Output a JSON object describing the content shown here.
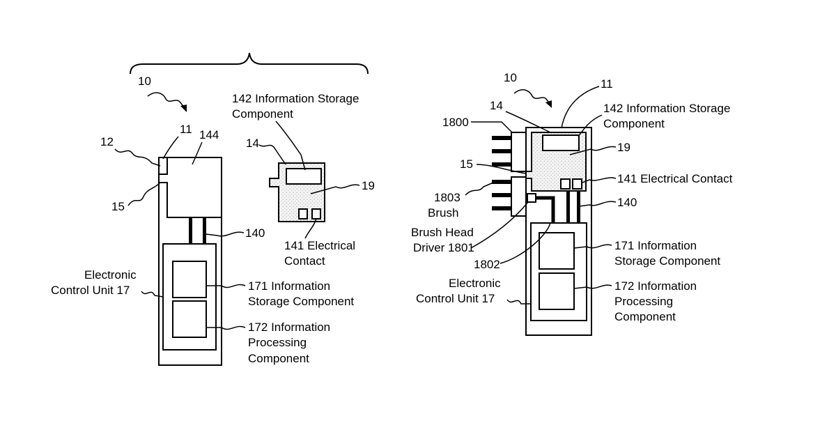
{
  "left_figure": {
    "ref_10": "10",
    "ref_11": "11",
    "ref_12": "12",
    "ref_144": "144",
    "ref_15": "15",
    "ref_14": "14",
    "ref_19": "19",
    "ref_140": "140",
    "label_142_line1": "142  Information Storage",
    "label_142_line2": "Component",
    "label_141_line1": "141  Electrical",
    "label_141_line2": "Contact",
    "label_ecu_line1": "Electronic",
    "label_ecu_line2": "Control Unit  17",
    "label_171_line1": "171  Information",
    "label_171_line2": "Storage Component",
    "label_172_line1": "172  Information",
    "label_172_line2": "Processing",
    "label_172_line3": "Component"
  },
  "right_figure": {
    "ref_10": "10",
    "ref_11": "11",
    "ref_14": "14",
    "ref_1800": "1800",
    "ref_15": "15",
    "ref_19": "19",
    "ref_140": "140",
    "ref_1802": "1802",
    "label_1803_line1": "1803",
    "label_1803_line2": "Brush",
    "label_driver_line1": "Brush Head",
    "label_driver_line2": "Driver 1801",
    "label_142_line1": "142  Information Storage",
    "label_142_line2": "Component",
    "label_141": "141  Electrical Contact",
    "label_ecu_line1": "Electronic",
    "label_ecu_line2": "Control Unit  17",
    "label_171_line1": "171  Information",
    "label_171_line2": "Storage Component",
    "label_172_line1": "172  Information",
    "label_172_line2": "Processing",
    "label_172_line3": "Component"
  }
}
